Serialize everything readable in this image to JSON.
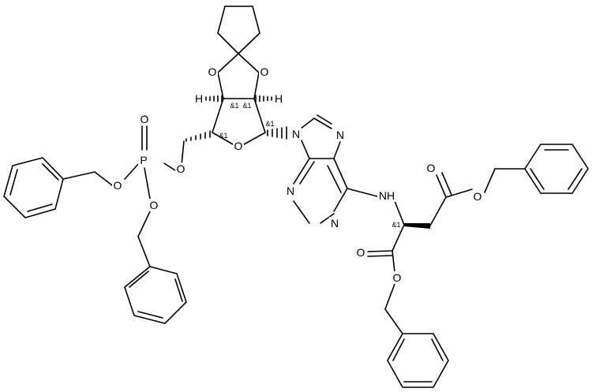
{
  "molecule": {
    "atom_labels": {
      "o_ketal_left": "O",
      "o_ketal_right": "O",
      "h_left": "H",
      "h_right": "H",
      "o_ring": "O",
      "o_ester_c5": "O",
      "p_atom": "P",
      "o_p_double": "O",
      "o_p_benzyl1": "O",
      "o_p_benzyl2": "O",
      "n9": "N",
      "n7": "N",
      "n3": "N",
      "n1": "N",
      "nh": "NH",
      "o_carbonyl_top": "O",
      "o_ester_top": "O",
      "o_carbonyl_bottom": "O",
      "o_ester_bottom": "O"
    },
    "stereo_labels": {
      "c3": "&1",
      "c2": "&1",
      "c4": "&1",
      "c1": "&1",
      "alpha": "&1"
    }
  }
}
